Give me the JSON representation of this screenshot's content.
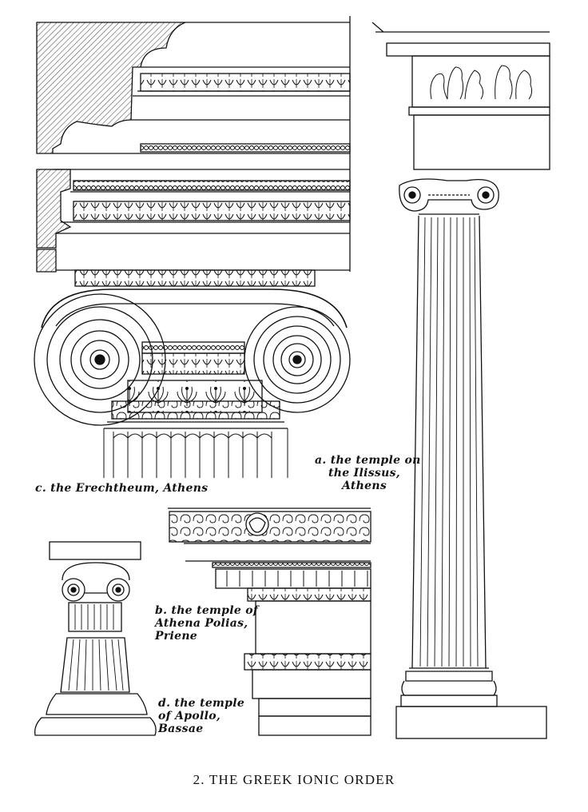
{
  "labels": {
    "a": [
      "a. the temple on",
      "the Ilissus,",
      "Athens"
    ],
    "b": [
      "b. the temple of",
      "Athena Polias,",
      "Priene"
    ],
    "c": [
      "c. the Erechtheum, Athens"
    ],
    "d": [
      "d. the temple",
      "of Apollo,",
      "Bassae"
    ]
  },
  "caption": "2.   THE GREEK IONIC ORDER",
  "colors": {
    "ink": "#111111",
    "paper": "#ffffff",
    "hatch": "#555555"
  }
}
